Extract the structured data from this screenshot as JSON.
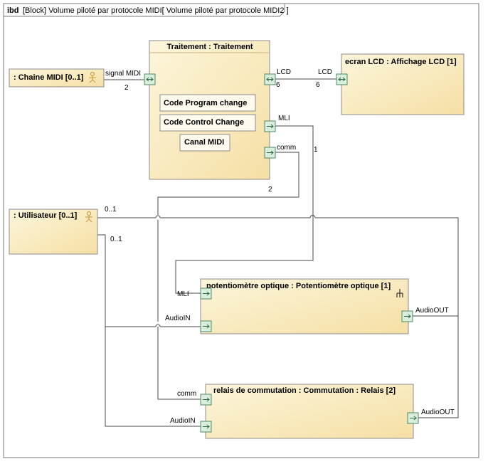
{
  "frame": {
    "kind": "ibd",
    "title": "[Block] Volume piloté par protocole MIDI[ Volume piloté par protocole MIDI2 ]"
  },
  "parts": {
    "chaine_midi": ": Chaine MIDI [0..1]",
    "traitement": "Traitement : Traitement",
    "ecran_lcd": "ecran LCD : Affichage LCD [1]",
    "utilisateur": ": Utilisateur [0..1]",
    "potentiometre": "potentiomètre optique : Potentiomètre optique [1]",
    "relais": "relais de commutation : Commutation : Relais [2]"
  },
  "traitement_items": [
    "Code Program change",
    "Code Control Change",
    "Canal MIDI"
  ],
  "ports": {
    "signal_midi": "signal MIDI",
    "lcd_out": "LCD",
    "lcd_in": "LCD",
    "mli_out": "MLI",
    "comm_out": "comm",
    "pot_mli": "MLI",
    "pot_audioin": "AudioIN",
    "pot_audioout": "AudioOUT",
    "rel_comm": "comm",
    "rel_audioin": "AudioIN",
    "rel_audioout": "AudioOUT"
  },
  "multiplicities": {
    "midi_2": "2",
    "lcd_6a": "6",
    "lcd_6b": "6",
    "mli_1": "1",
    "comm_2": "2",
    "user_01a": "0..1",
    "user_01b": "0..1"
  },
  "colors": {
    "part_fill_top": "#fdf6dc",
    "part_fill_bottom": "#f5dfa4",
    "part_border": "#8c8c8c",
    "port_fill": "#d9eedc",
    "port_border": "#4f8a63"
  },
  "icons": {
    "actor": "actor-icon",
    "decomposition": "decomposition-icon",
    "port_in": "port-in-arrow-icon",
    "port_inout": "port-inout-arrow-icon"
  }
}
